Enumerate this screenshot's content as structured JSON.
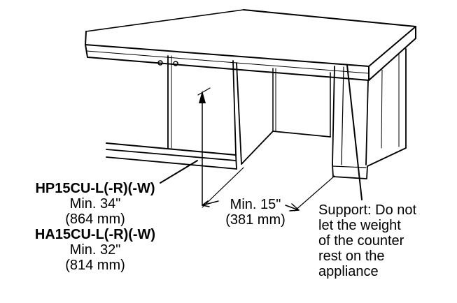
{
  "models": [
    {
      "name": "HP15CU-L(-R)(-W)",
      "min_in": "Min. 34\"",
      "min_mm": "(864 mm)"
    },
    {
      "name": "HA15CU-L(-R)(-W)",
      "min_in": "Min. 32\"",
      "min_mm": "(814 mm)"
    }
  ],
  "width_dim": {
    "min_in": "Min. 15\"",
    "min_mm": "(381 mm)"
  },
  "support_note": [
    "Support: Do not",
    "let the weight",
    "of the counter",
    "rest on the",
    "appliance"
  ],
  "colors": {
    "line": "#000000",
    "background": "#ffffff"
  }
}
